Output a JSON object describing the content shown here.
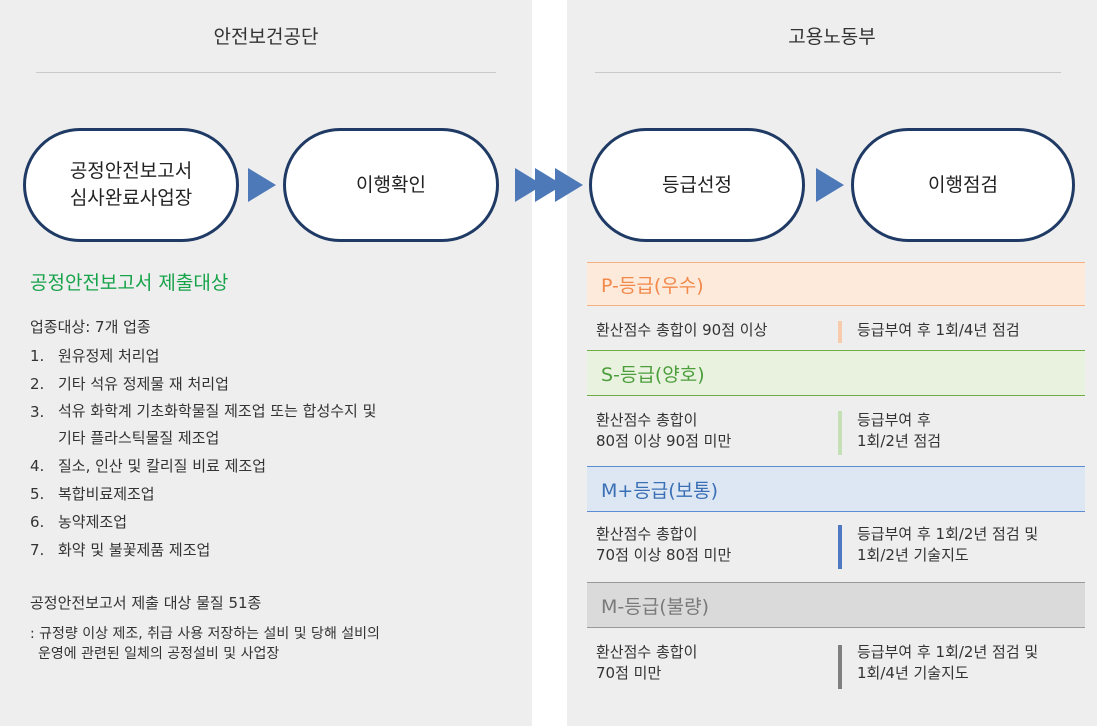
{
  "left_panel": {
    "title": "안전보건공단",
    "stages": [
      {
        "line1": "공정안전보고서",
        "line2": "심사완료사업장"
      },
      {
        "line1": "이행확인"
      }
    ],
    "submit_heading": "공정안전보고서 제출대상",
    "industry_intro": "업종대상: 7개 업종",
    "industries": [
      {
        "num": "1.",
        "text": "원유정제 처리업"
      },
      {
        "num": "2.",
        "text": "기타 석유 정제물 재 처리업"
      },
      {
        "num": "3.",
        "text": "석유 화학계 기초화학물질 제조업 또는 합성수지 및",
        "text2": "기타 플라스틱물질 제조업"
      },
      {
        "num": "4.",
        "text": "질소, 인산 및 칼리질 비료 제조업"
      },
      {
        "num": "5.",
        "text": "복합비료제조업"
      },
      {
        "num": "6.",
        "text": "농약제조업"
      },
      {
        "num": "7.",
        "text": "화약 및 불꽃제품 제조업"
      }
    ],
    "substance_count": "공정안전보고서 제출 대상 물질 51종",
    "substance_desc_1": ": 규정량 이상 제조, 취급 사용 저장하는 설비 및 당해 설비의",
    "substance_desc_2": "운영에 관련된 일체의 공정설비 및 사업장"
  },
  "right_panel": {
    "title": "고용노동부",
    "stages": [
      {
        "line1": "등급선정"
      },
      {
        "line1": "이행점검"
      }
    ],
    "grades": [
      {
        "name": "P-등급(우수)",
        "cond1": "환산점수 총합이 90점 이상",
        "cond2": "",
        "action1": "등급부여 후 1회/4년 점검",
        "action2": "",
        "header_bg": "#fdeadb",
        "header_color": "#f2884a",
        "rule_color": "#f4b183",
        "bar_color": "#f8cbad"
      },
      {
        "name": "S-등급(양호)",
        "cond1": "환산점수 총합이",
        "cond2": "80점 이상 90점 미만",
        "action1": "등급부여 후",
        "action2": "1회/2년 점검",
        "header_bg": "#e8f2df",
        "header_color": "#4c9e3c",
        "rule_color": "#70ad47",
        "bar_color": "#c5e0b4"
      },
      {
        "name": "M+등급(보통)",
        "cond1": "환산점수 총합이",
        "cond2": "70점 이상 80점 미만",
        "action1": "등급부여 후 1회/2년 점검 및",
        "action2": "1회/2년 기술지도",
        "header_bg": "#dde7f4",
        "header_color": "#3a6fb5",
        "rule_color": "#5b8dd0",
        "bar_color": "#4d79c4"
      },
      {
        "name": "M-등급(불량)",
        "cond1": "환산점수 총합이",
        "cond2": "70점 미만",
        "action1": "등급부여 후 1회/2년 점검 및",
        "action2": "1회/4년 기술지도",
        "header_bg": "#dadada",
        "header_color": "#7a7a7a",
        "rule_color": "#9a9a9a",
        "bar_color": "#7f7f7f"
      }
    ]
  },
  "colors": {
    "panel_bg": "#eeeeee",
    "stage_border": "#1f3a64",
    "arrow": "#4d79b8",
    "heading_green": "#17a34a"
  }
}
